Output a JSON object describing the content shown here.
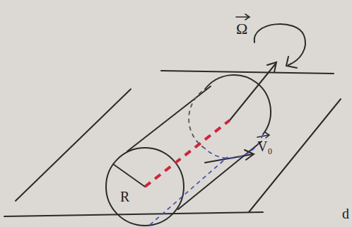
{
  "diagram": {
    "labels": [
      "R",
      "Ω",
      "V₀",
      "d"
    ]
  }
}
